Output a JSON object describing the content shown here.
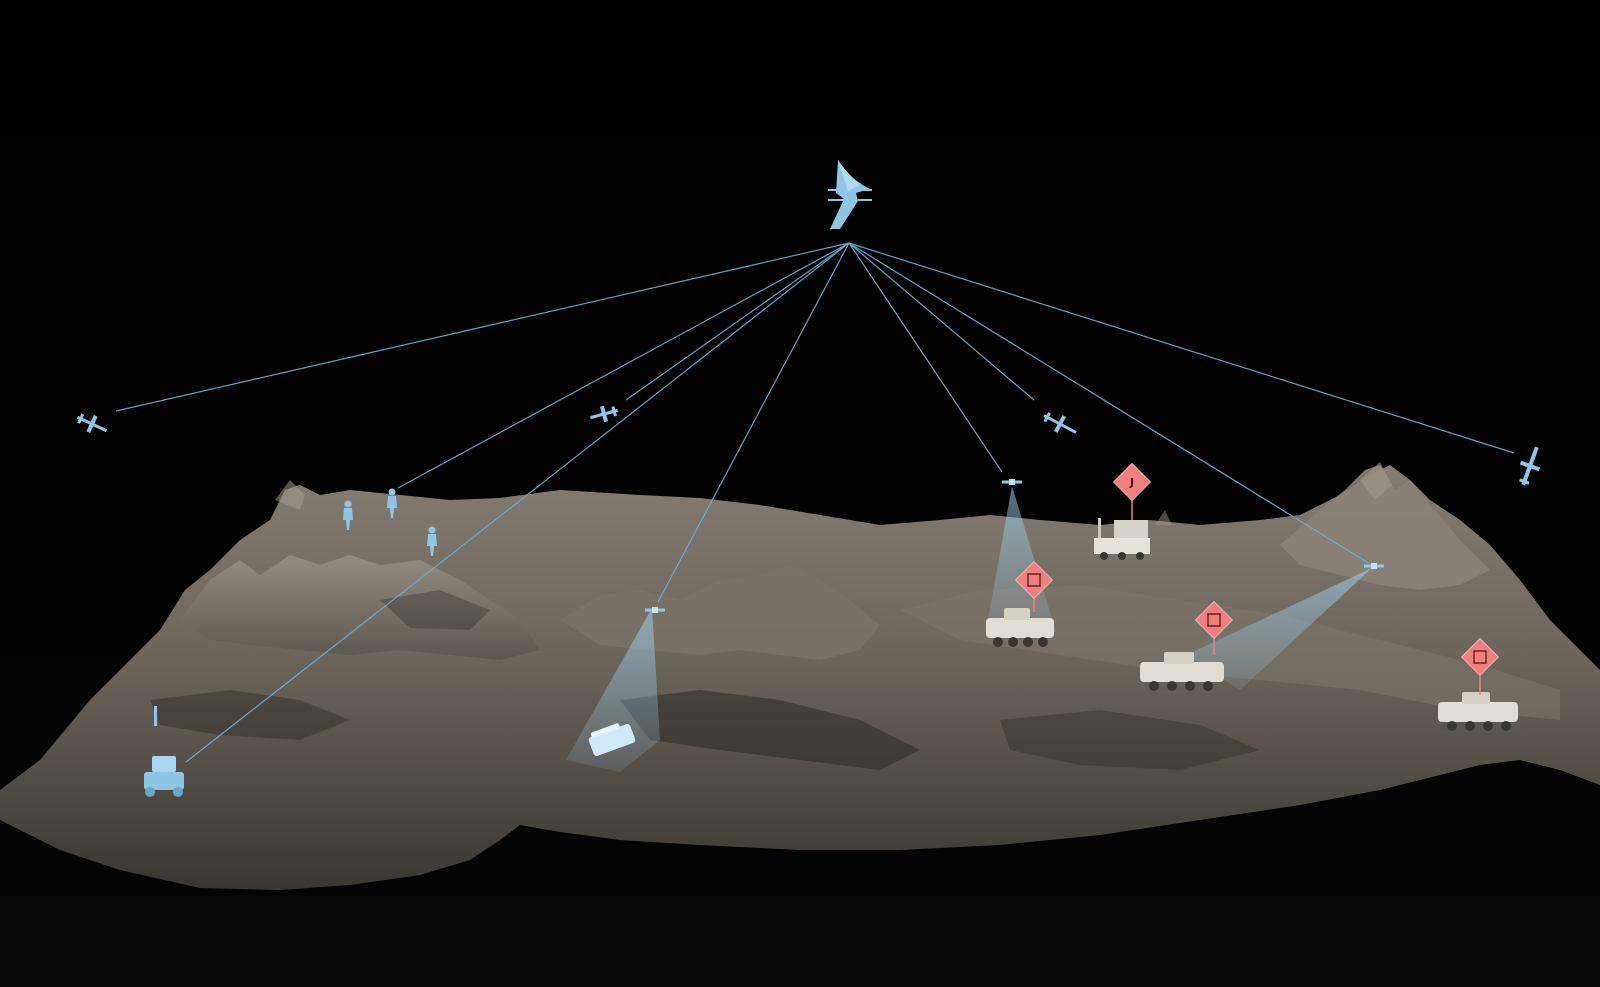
{
  "scene": {
    "background_color": "#000000",
    "friendly_color": "#8fc6e6",
    "link_color": "#6aaad6",
    "hostile_color": "#f08080",
    "terrain_color": "#6e675e",
    "mothership": {
      "type": "flying-wing-drone"
    },
    "friendly_units": [
      {
        "type": "fixed-wing-drone"
      },
      {
        "type": "fixed-wing-drone"
      },
      {
        "type": "fixed-wing-drone"
      },
      {
        "type": "fixed-wing-drone"
      },
      {
        "type": "soldier"
      },
      {
        "type": "soldier"
      },
      {
        "type": "soldier"
      },
      {
        "type": "ground-robot"
      },
      {
        "type": "quadcopter-drone"
      },
      {
        "type": "quadcopter-drone"
      },
      {
        "type": "quadcopter-drone"
      }
    ],
    "hostile_markers": [
      {
        "symbol": "J",
        "icon": "jammer-marker-icon",
        "target": "radar-truck"
      },
      {
        "symbol": "",
        "icon": "hostile-vehicle-marker-icon",
        "target": "armored-vehicle"
      },
      {
        "symbol": "",
        "icon": "hostile-vehicle-marker-icon",
        "target": "armored-vehicle"
      },
      {
        "symbol": "",
        "icon": "hostile-vehicle-marker-icon",
        "target": "armored-vehicle"
      }
    ]
  }
}
